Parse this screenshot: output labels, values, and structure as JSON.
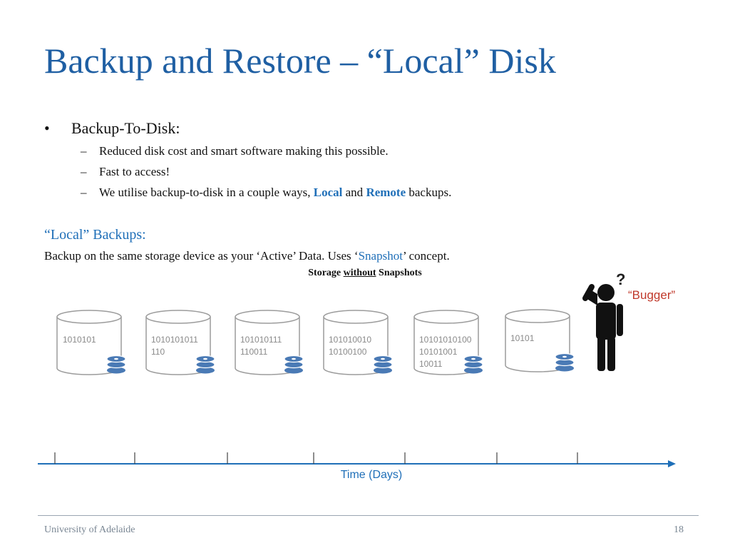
{
  "slide": {
    "title": "Backup and Restore – “Local” Disk",
    "bullet": {
      "symbol": "•",
      "text": "Backup-To-Disk:",
      "subitems": [
        {
          "dash": "–",
          "text": "Reduced disk cost and smart software making this possible."
        },
        {
          "dash": "–",
          "text": "Fast to access!"
        },
        {
          "dash": "–",
          "text_before": "We utilise backup-to-disk in a couple ways, ",
          "kw1": "Local",
          "mid": " and ",
          "kw2": "Remote",
          "after": " backups."
        }
      ]
    },
    "local_heading": "“Local” Backups:",
    "description": {
      "before": "Backup on the same storage device as your ‘Active’ Data. Uses ‘",
      "snap": "Snapshot",
      "after": "’ concept."
    },
    "diagram": {
      "title_bold1": "Storage ",
      "title_u": "without",
      "title_bold2": " Snapshots",
      "disks": [
        {
          "lines": [
            "1010101"
          ]
        },
        {
          "lines": [
            "1010101011",
            "110"
          ]
        },
        {
          "lines": [
            "101010111",
            "110011"
          ]
        },
        {
          "lines": [
            "101010010",
            "10100100"
          ]
        },
        {
          "lines": [
            "10101010100",
            "10101001",
            "10011"
          ]
        },
        {
          "lines": [
            "10101"
          ]
        }
      ],
      "person_label": "“Bugger”",
      "person_icon": "confused-person-icon",
      "axis_label": "Time (Days)"
    },
    "footer": {
      "left": "University of Adelaide",
      "page": "18"
    },
    "colors": {
      "title": "#1f5fa3",
      "accent": "#1f6fb8",
      "label_red": "#c0392b",
      "stack_icon": "#4a7ab5"
    }
  }
}
